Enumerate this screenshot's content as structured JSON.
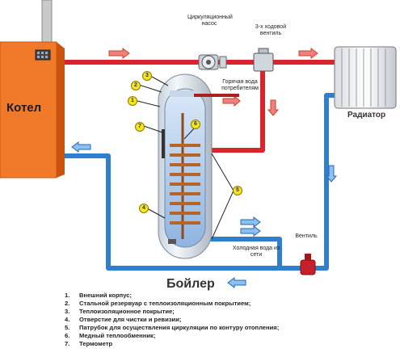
{
  "labels": {
    "boiler": "Бойлер",
    "radiator": "Радиатор",
    "kotel": "Котел",
    "pump": "Циркуляционный насос",
    "valve3": "3-х ходовой вентиль",
    "hot_water": "Горячая вода потребителям",
    "cold_water": "Холодная вода из сети",
    "valve": "Вентиль"
  },
  "badges": [
    "3",
    "2",
    "1",
    "7",
    "6",
    "4",
    "5"
  ],
  "legend": [
    {
      "num": "1.",
      "text": "Внешний корпус;"
    },
    {
      "num": "2.",
      "text": "Стальной резервуар с теплоизоляционным покрытием;"
    },
    {
      "num": "3.",
      "text": "Теплоизоляционное покрытие;"
    },
    {
      "num": "4.",
      "text": "Отверстие для чистки и ревизии;"
    },
    {
      "num": "5.",
      "text": "Патрубок для осуществления циркуляции по контуру отопления;"
    },
    {
      "num": "6.",
      "text": "Медный теплообменник;"
    },
    {
      "num": "7.",
      "text": "Термометр"
    }
  ],
  "colors": {
    "hot_pipe": "#d8242a",
    "cold_pipe": "#2f7fd0",
    "boiler_body": "#f07a2a",
    "tank": "#dfe7ef",
    "coil": "#b5652a"
  }
}
